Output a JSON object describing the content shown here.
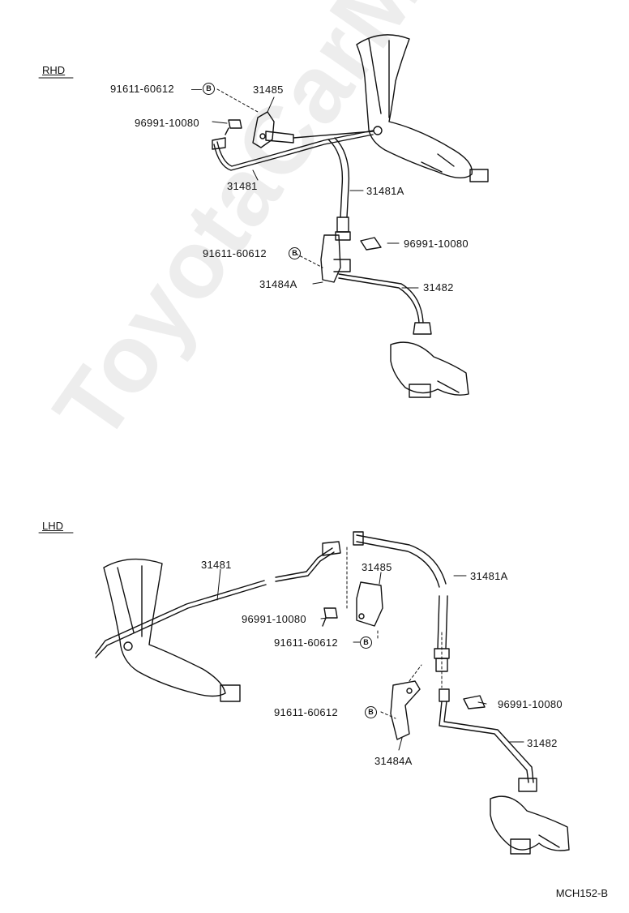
{
  "sections": {
    "rhd": "RHD",
    "lhd": "LHD"
  },
  "watermark": "ToyotaCarMine.ru",
  "diagram_code": "MCH152-B",
  "bolt_symbol": "B",
  "colors": {
    "ink": "#111111",
    "watermark": "#e6e6e6"
  },
  "rhd": {
    "bolt_top": "91611-60612",
    "bracket_top": "31485",
    "clip_top": "96991-10080",
    "tube_upper": "31481",
    "hose": "31481A",
    "bolt_lower": "91611-60612",
    "clip_lower": "96991-10080",
    "bracket_lower": "31484A",
    "tube_lower": "31482"
  },
  "lhd": {
    "tube_upper": "31481",
    "bracket_top": "31485",
    "hose": "31481A",
    "clip_top": "96991-10080",
    "bolt_top": "91611-60612",
    "bolt_lower": "91611-60612",
    "clip_lower": "96991-10080",
    "tube_lower": "31482",
    "bracket_lower": "31484A"
  }
}
